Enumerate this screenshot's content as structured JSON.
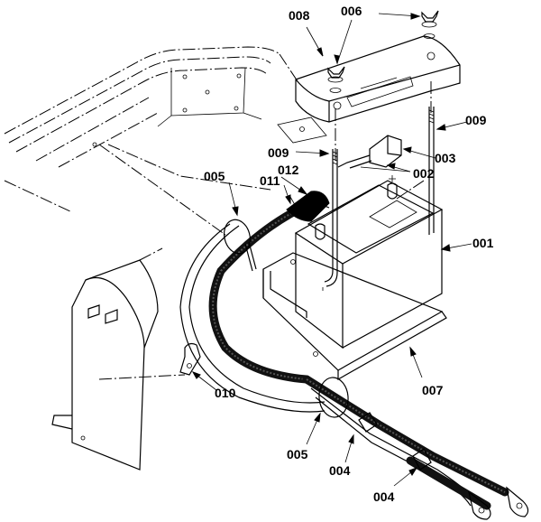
{
  "callouts": [
    {
      "id": "c008",
      "text": "008"
    },
    {
      "id": "c006",
      "text": "006"
    },
    {
      "id": "c009a",
      "text": "009"
    },
    {
      "id": "c009b",
      "text": "009"
    },
    {
      "id": "c003",
      "text": "003"
    },
    {
      "id": "c002",
      "text": "002"
    },
    {
      "id": "c005a",
      "text": "005"
    },
    {
      "id": "c012",
      "text": "012"
    },
    {
      "id": "c011",
      "text": "011"
    },
    {
      "id": "c001",
      "text": "001"
    },
    {
      "id": "c010",
      "text": "010"
    },
    {
      "id": "c007",
      "text": "007"
    },
    {
      "id": "c005b",
      "text": "005"
    },
    {
      "id": "c004a",
      "text": "004"
    },
    {
      "id": "c004b",
      "text": "004"
    }
  ]
}
